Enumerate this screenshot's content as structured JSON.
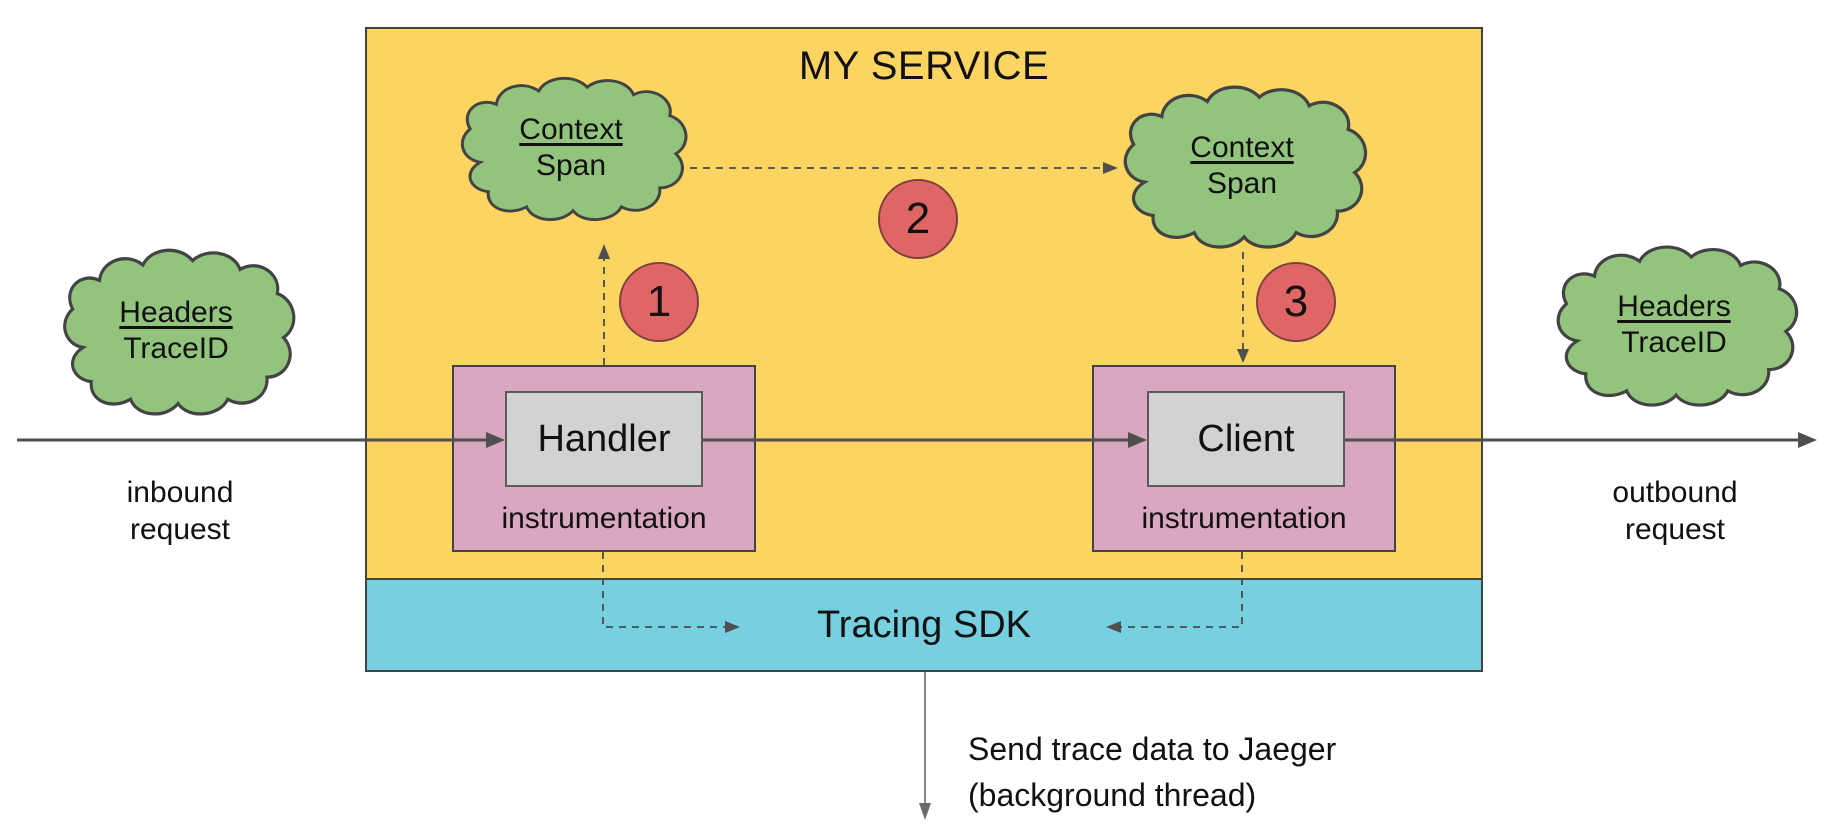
{
  "service": {
    "title": "MY SERVICE",
    "sdk_label": "Tracing SDK"
  },
  "clouds": {
    "context_left": {
      "line1": "Context",
      "line2": "Span"
    },
    "context_right": {
      "line1": "Context",
      "line2": "Span"
    },
    "headers_left": {
      "line1": "Headers",
      "line2": "TraceID"
    },
    "headers_right": {
      "line1": "Headers",
      "line2": "TraceID"
    }
  },
  "boxes": {
    "handler": {
      "label": "Handler",
      "sublabel": "instrumentation"
    },
    "client": {
      "label": "Client",
      "sublabel": "instrumentation"
    }
  },
  "steps": [
    "1",
    "2",
    "3"
  ],
  "labels": {
    "inbound_line1": "inbound",
    "inbound_line2": "request",
    "outbound_line1": "outbound",
    "outbound_line2": "request",
    "jaeger_line1": "Send trace data to Jaeger",
    "jaeger_line2": "(background thread)"
  },
  "colors": {
    "service_fill": "#FCD462",
    "sdk_fill": "#76D0E0",
    "cloud_fill": "#93C47D",
    "circle_fill": "#E06666",
    "instrumentation_fill": "#D9A7C0",
    "box_fill": "#D2D2D2",
    "outline": "#434343",
    "arrow": "#4F4F4F"
  }
}
